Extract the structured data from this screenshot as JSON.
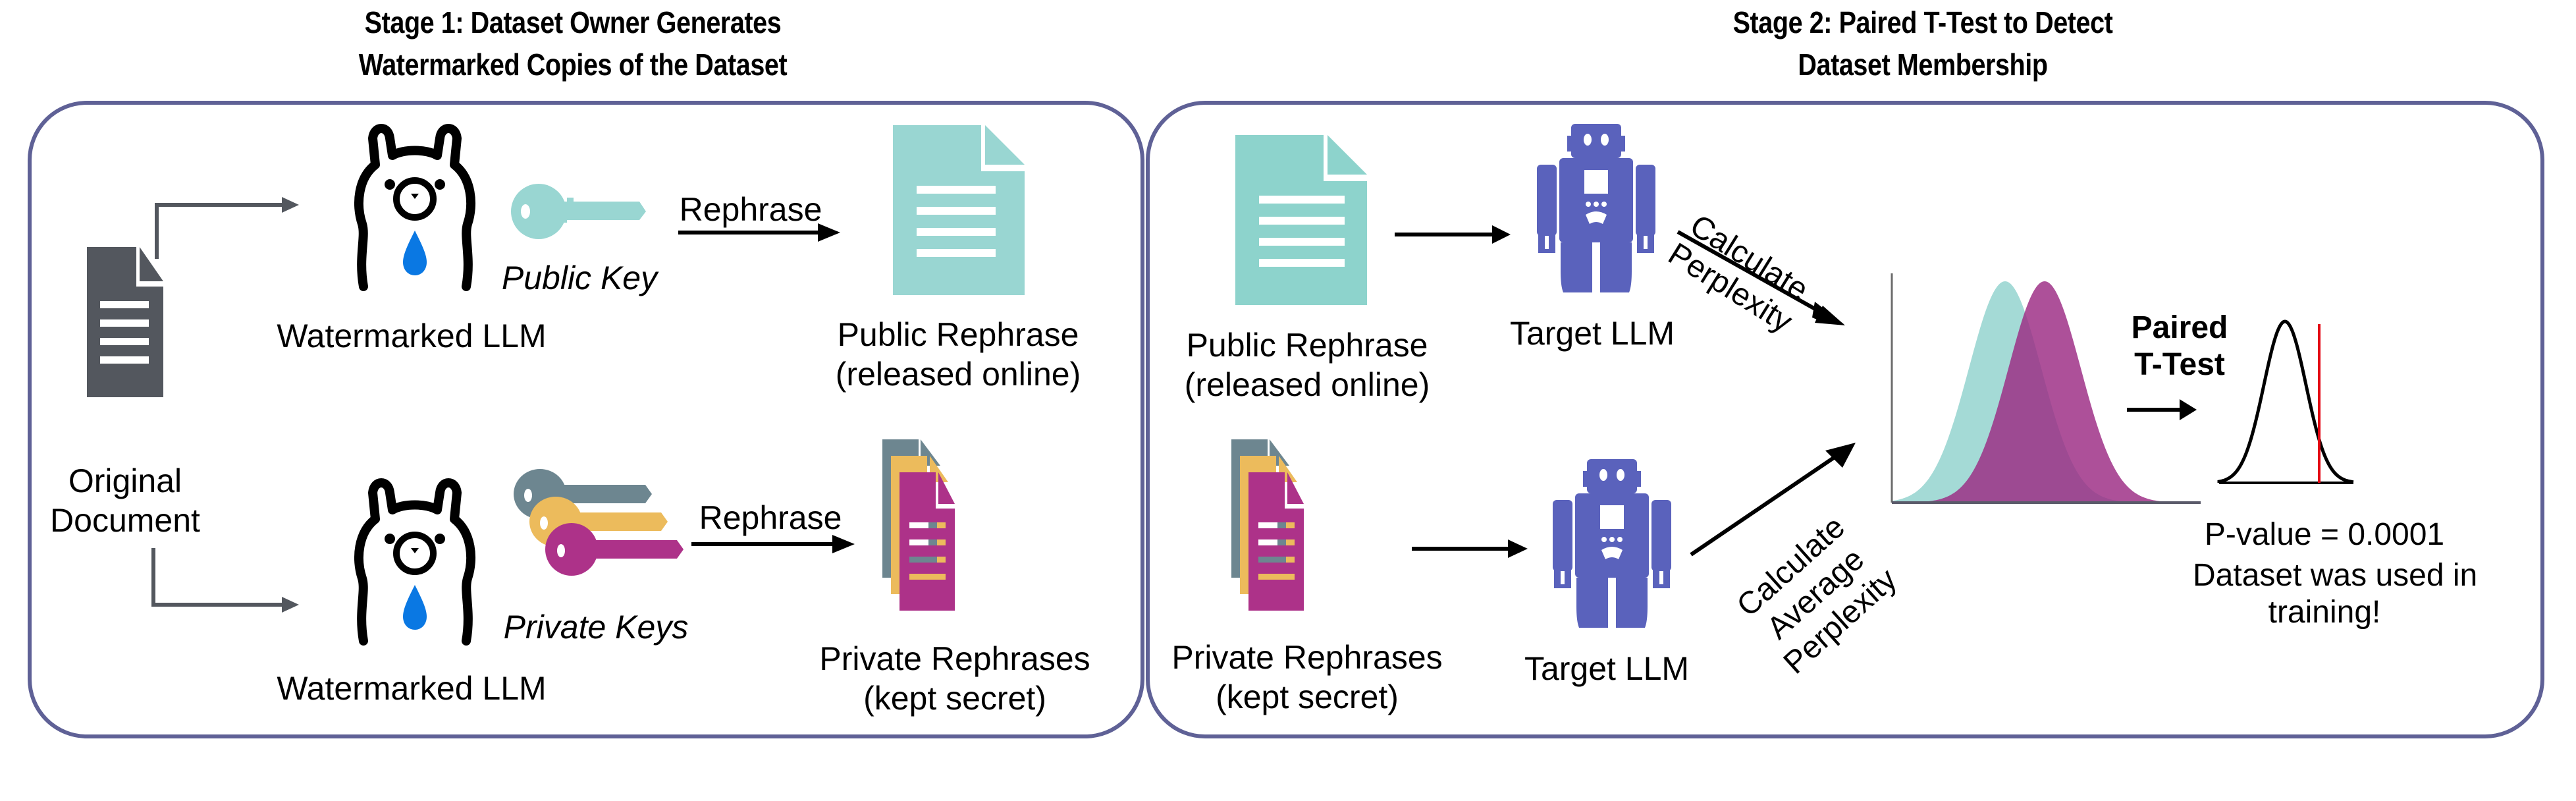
{
  "stage1": {
    "title_line1": "Stage 1: Dataset Owner Generates",
    "title_line2": "Watermarked Copies of the Dataset",
    "original_document": {
      "line1": "Original",
      "line2": "Document",
      "icon": "document-icon"
    },
    "top_row": {
      "model_label": "Watermarked LLM",
      "model_icon": "llama-icon",
      "key_label": "Public Key",
      "key_icon": "key-icon",
      "arrow_label": "Rephrase",
      "output_label_line1": "Public Rephrase",
      "output_label_line2": "(released online)",
      "output_icon": "document-icon"
    },
    "bottom_row": {
      "model_label": "Watermarked LLM",
      "model_icon": "llama-icon",
      "key_label": "Private Keys",
      "key_icon": "keys-icon",
      "arrow_label": "Rephrase",
      "output_label_line1": "Private Rephrases",
      "output_label_line2": "(kept secret)",
      "output_icon": "documents-stack-icon"
    }
  },
  "stage2": {
    "title_line1": "Stage 2: Paired T-Test to Detect",
    "title_line2": "Dataset Membership",
    "top_row": {
      "input_label_line1": "Public Rephrase",
      "input_label_line2": "(released online)",
      "model_label": "Target LLM",
      "model_icon": "robot-icon",
      "arrow_label_line1": "Calculate",
      "arrow_label_line2": "Perplexity"
    },
    "bottom_row": {
      "input_label_line1": "Private Rephrases",
      "input_label_line2": "(kept secret)",
      "model_label": "Target LLM",
      "model_icon": "robot-icon",
      "arrow_label_line1": "Calculate",
      "arrow_label_line2": "Average",
      "arrow_label_line3": "Perplexity"
    },
    "test": {
      "arrow_label_line1": "Paired",
      "arrow_label_line2": "T-Test",
      "p_value_text": "P-value = 0.0001",
      "p_value": 0.0001,
      "conclusion_line1": "Dataset was used in",
      "conclusion_line2": "training!"
    }
  },
  "colors": {
    "panel_border": "#5f6196",
    "teal": "#8dd3cc",
    "magenta": "#ad3289",
    "gold": "#ecbb5c",
    "slate": "#6d8690",
    "dark_doc": "#53575e",
    "robot": "#5a62bc",
    "drop": "#0a78e3",
    "red_line": "#e30613"
  }
}
